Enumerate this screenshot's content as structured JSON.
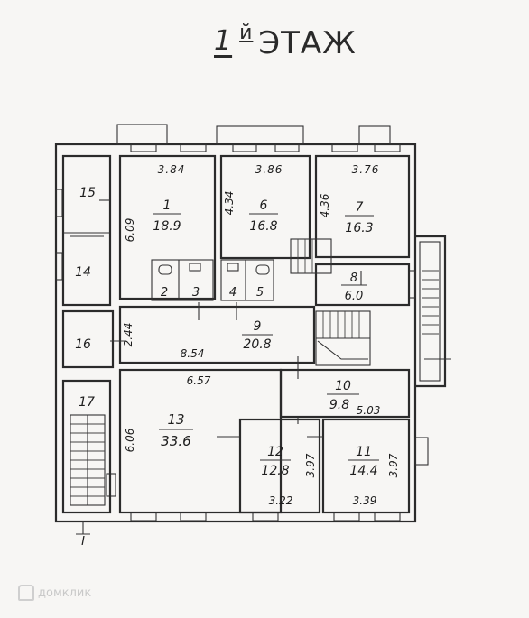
{
  "title": {
    "number": "1",
    "suffix": "й",
    "word": "ЭТАЖ"
  },
  "section_mark": "I",
  "watermark": "домклик",
  "rooms": [
    {
      "id": "r1",
      "no": "1",
      "area": "18.9"
    },
    {
      "id": "r2",
      "no": "2",
      "area": ""
    },
    {
      "id": "r3",
      "no": "3",
      "area": ""
    },
    {
      "id": "r4",
      "no": "4",
      "area": ""
    },
    {
      "id": "r5",
      "no": "5",
      "area": ""
    },
    {
      "id": "r6",
      "no": "6",
      "area": "16.8"
    },
    {
      "id": "r7",
      "no": "7",
      "area": "16.3"
    },
    {
      "id": "r8",
      "no": "8",
      "area": "6.0"
    },
    {
      "id": "r9",
      "no": "9",
      "area": "20.8"
    },
    {
      "id": "r10",
      "no": "10",
      "area": "9.8"
    },
    {
      "id": "r11",
      "no": "11",
      "area": "14.4"
    },
    {
      "id": "r12",
      "no": "12",
      "area": "12.8"
    },
    {
      "id": "r13",
      "no": "13",
      "area": "33.6"
    },
    {
      "id": "r14",
      "no": "14",
      "area": ""
    },
    {
      "id": "r15",
      "no": "15",
      "area": ""
    },
    {
      "id": "r16",
      "no": "16",
      "area": ""
    },
    {
      "id": "r17",
      "no": "17",
      "area": ""
    }
  ],
  "dimensions": [
    {
      "id": "d1",
      "value": "3.84"
    },
    {
      "id": "d2",
      "value": "3.86"
    },
    {
      "id": "d3",
      "value": "3.76"
    },
    {
      "id": "d4",
      "value": "6.09"
    },
    {
      "id": "d5",
      "value": "4.34"
    },
    {
      "id": "d6",
      "value": "4.36"
    },
    {
      "id": "d7",
      "value": "2.44"
    },
    {
      "id": "d8",
      "value": "8.54"
    },
    {
      "id": "d9",
      "value": "6.57"
    },
    {
      "id": "d10",
      "value": "5.03"
    },
    {
      "id": "d11",
      "value": "6.06"
    },
    {
      "id": "d12",
      "value": "3.97"
    },
    {
      "id": "d13",
      "value": "3.97"
    },
    {
      "id": "d14",
      "value": "3.22"
    },
    {
      "id": "d15",
      "value": "3.39"
    }
  ]
}
